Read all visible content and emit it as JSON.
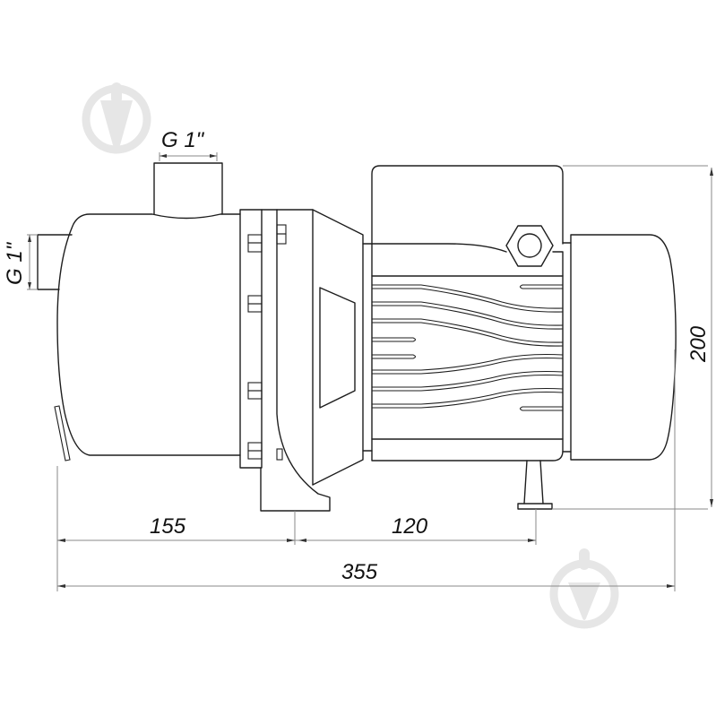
{
  "drawing": {
    "subject": "Surface jet pump – side view technical drawing",
    "units": "mm",
    "colors": {
      "line": "#1e1e1e",
      "dimension_line": "#8a8a8a",
      "watermark": "#e6e6e6",
      "background": "#ffffff"
    }
  },
  "dimensions": {
    "outlet_thread": "G 1\"",
    "inlet_thread": "G 1\"",
    "length_to_flange": "155",
    "flange_to_foot": "120",
    "overall_length": "355",
    "overall_height": "200"
  },
  "watermarks": [
    {
      "name": "logo-top-left",
      "icon": "plumb-bob-in-circle-icon"
    },
    {
      "name": "logo-bottom-right",
      "icon": "plumb-bob-in-circle-icon"
    }
  ]
}
